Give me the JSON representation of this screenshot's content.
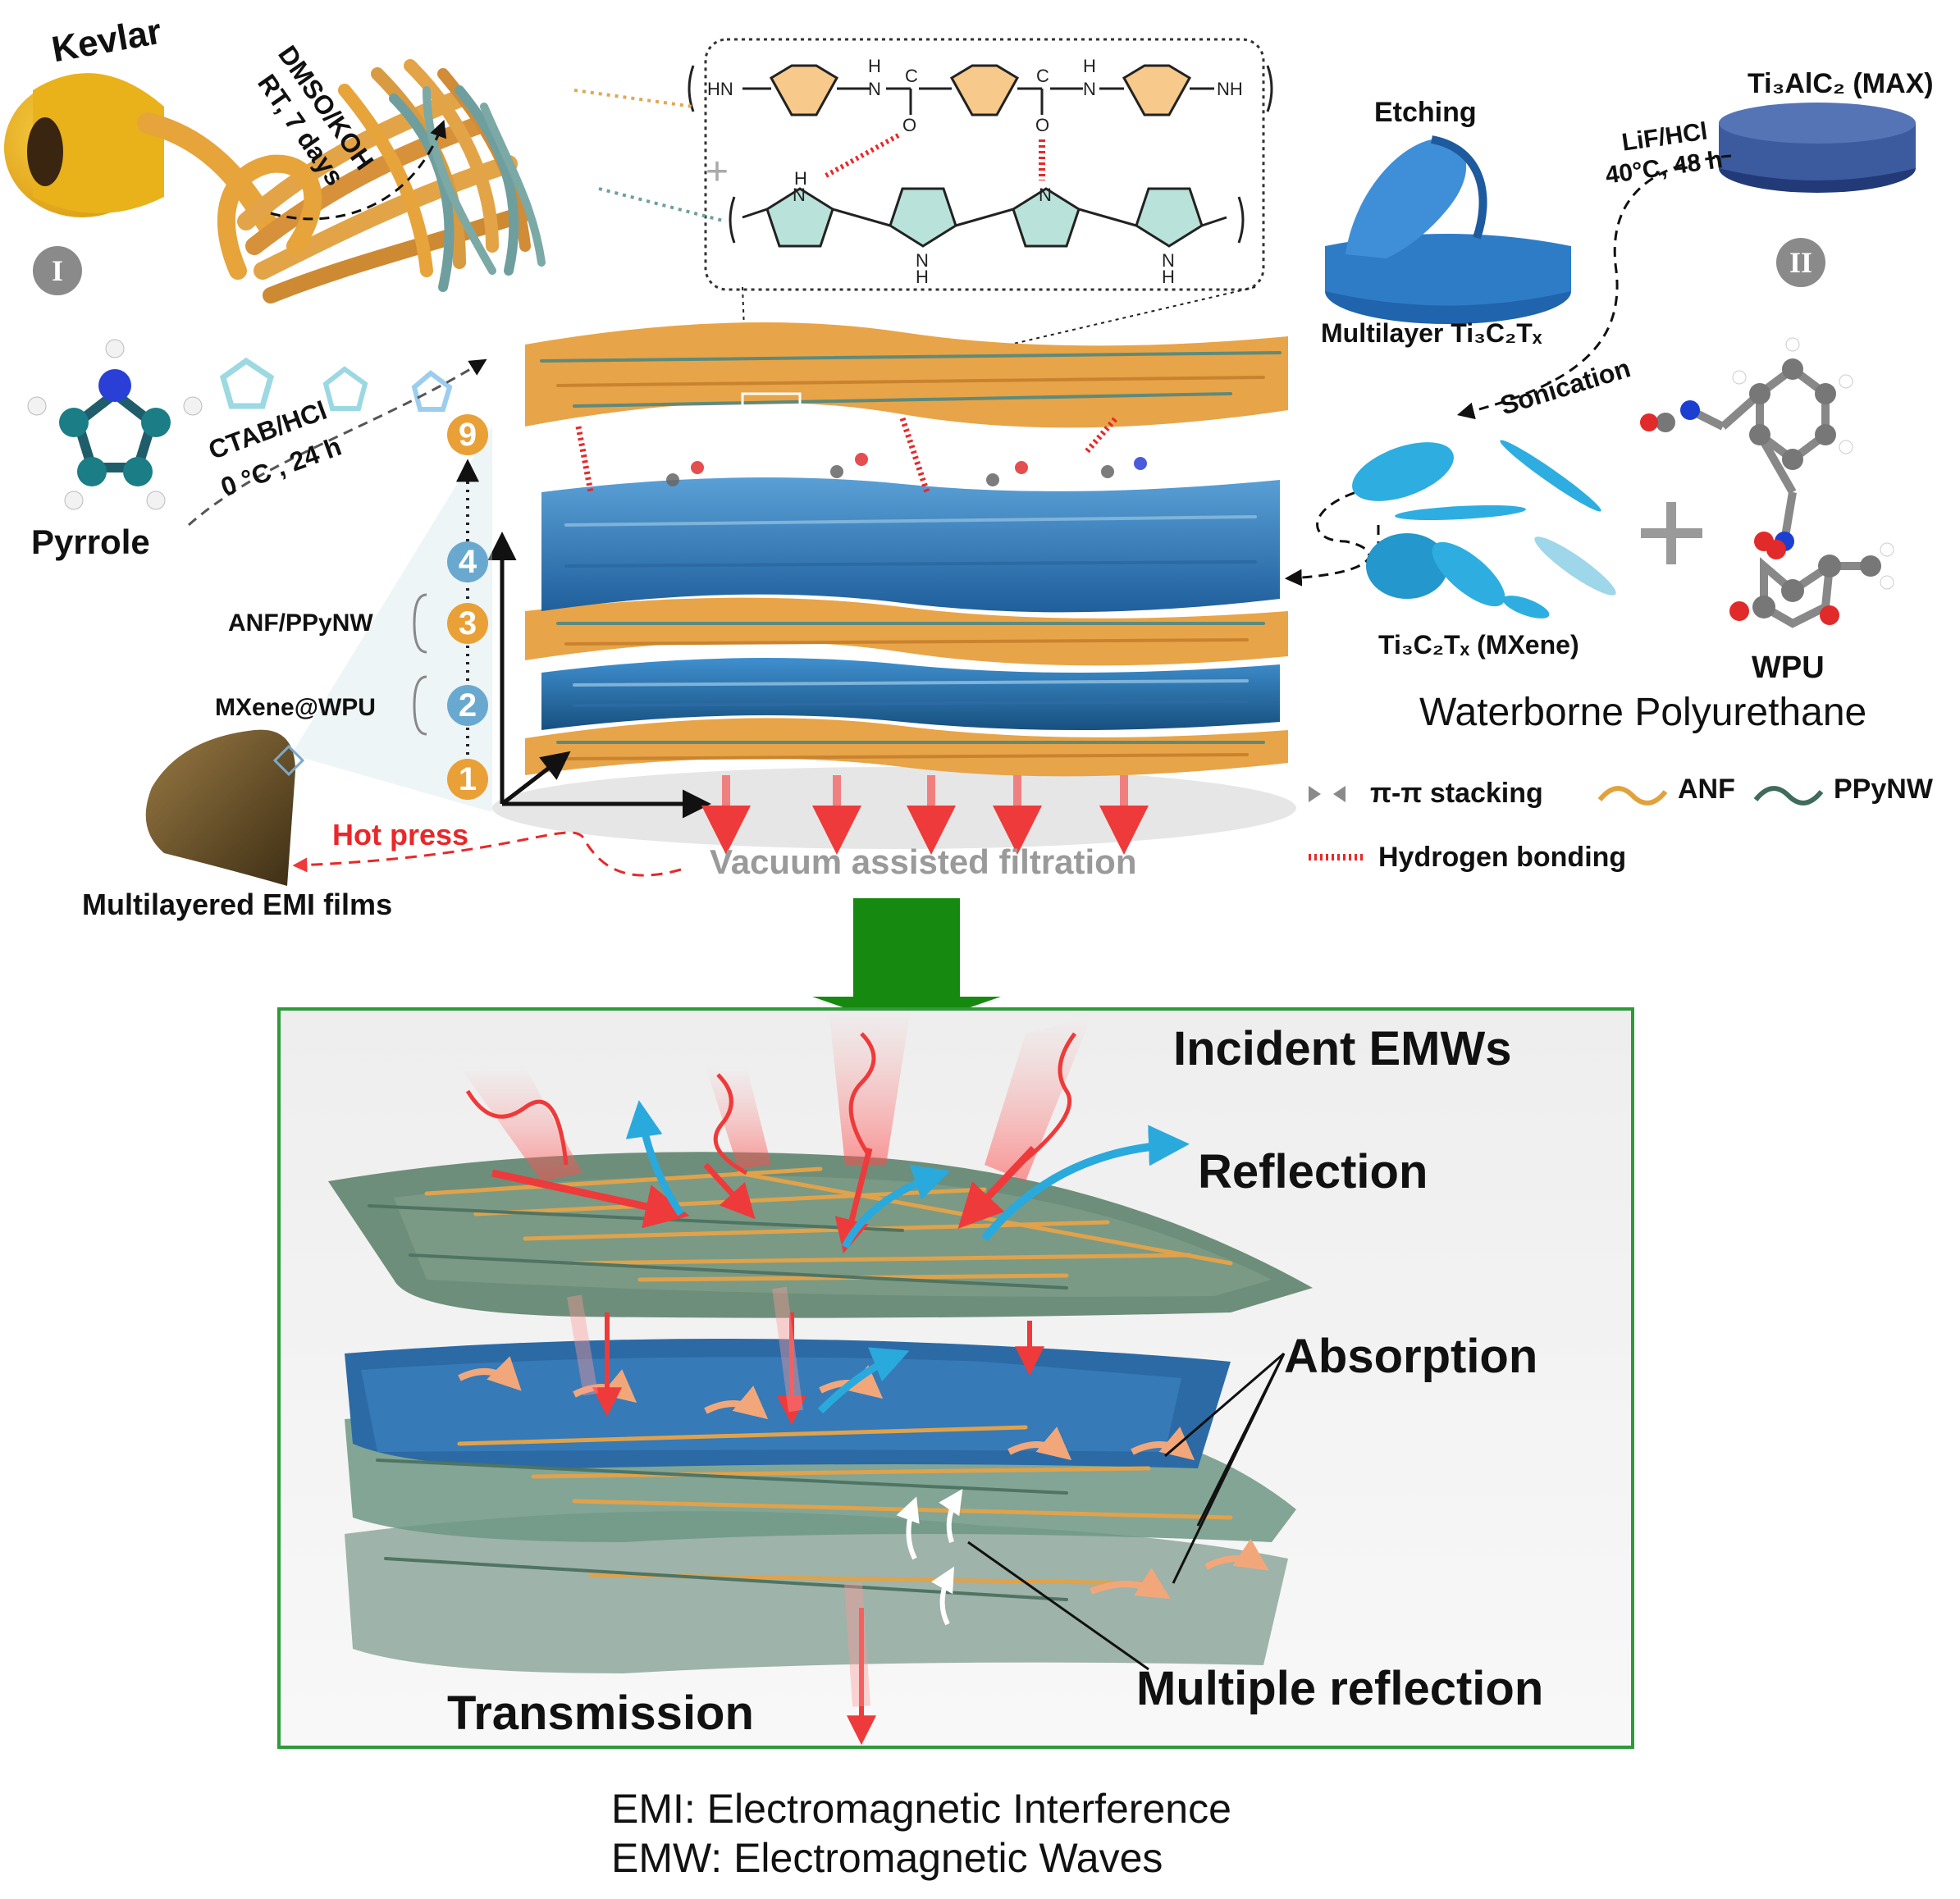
{
  "colors": {
    "anf": "#e7a13c",
    "ppynw": "#5f8a7a",
    "mxene": "#3f86c4",
    "arrow_red": "#ee3a3a",
    "arrow_blue": "#2aa9dd",
    "frame_green": "#2e9a3a",
    "big_arrow_green": "#168a10",
    "step_orange": "#e9a036",
    "step_blue": "#6aa9cf"
  },
  "top": {
    "kevlar": "Kevlar",
    "dmso_koh": "DMSO/KOH",
    "rt_7_days": "RT, 7 days",
    "roman_1": "I",
    "roman_2": "II",
    "pyrrole": "Pyrrole",
    "ctab_hcl": "CTAB/HCl",
    "temp_24h": "0 °C , 24 h",
    "etching": "Etching",
    "max_prefix": "Ti",
    "max_formula": "Ti₃AlC₂ (MAX)",
    "lif_hcl": "LiF/HCl",
    "temp_48h": "40°C, 48 h",
    "multilayer": "Multilayer Ti₃C₂Tₓ",
    "sonication": "Sonication",
    "mxene_label": "Ti₃C₂Tₓ (MXene)",
    "wpu": "WPU",
    "waterborne": "Waterborne Polyurethane",
    "anf_ppynw": "ANF/PPyNW",
    "mxene_wpu": "MXene@WPU",
    "steps": [
      "9",
      "4",
      "3",
      "2",
      "1"
    ],
    "hot_press": "Hot press",
    "multilayered": "Multilayered EMI films",
    "vacuum": "Vacuum assisted filtration",
    "legend": {
      "pi_stacking": "π-π stacking",
      "anf": "ANF",
      "ppynw": "PPyNW",
      "hbond": "Hydrogen bonding"
    }
  },
  "bottom": {
    "incident": "Incident EMWs",
    "reflection": "Reflection",
    "absorption": "Absorption",
    "multiple": "Multiple reflection",
    "transmission": "Transmission"
  },
  "footer": {
    "line1": "EMI: Electromagnetic Interference",
    "line2": "EMW: Electromagnetic Waves"
  }
}
